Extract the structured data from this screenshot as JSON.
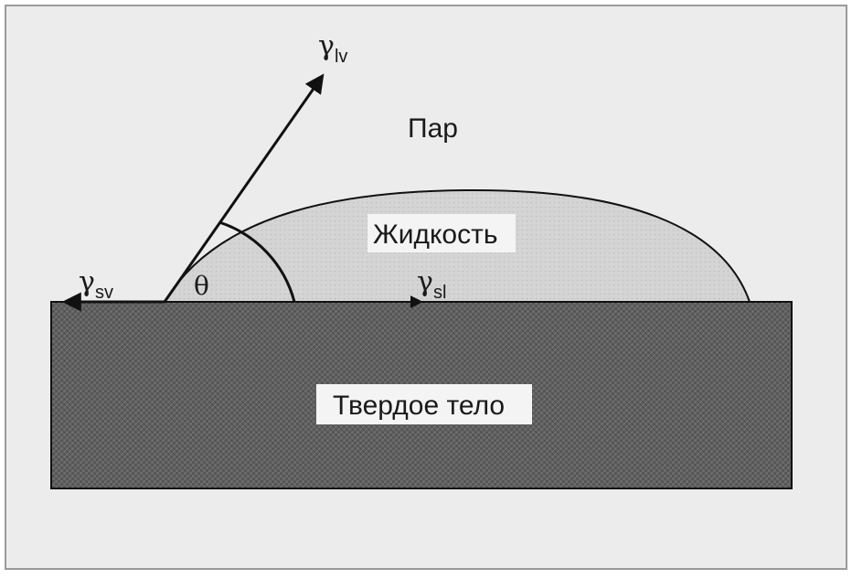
{
  "labels": {
    "vapor": "Пар",
    "liquid": "Жидкость",
    "solid": "Твердое тело",
    "theta": "θ"
  },
  "tensions": {
    "lv": {
      "symbol": "γ",
      "subscript": "lv"
    },
    "sv": {
      "symbol": "γ",
      "subscript": "sv"
    },
    "sl": {
      "symbol": "γ",
      "subscript": "sl"
    }
  },
  "colors": {
    "panel": "#ececec",
    "solid": "#5e5e5e",
    "liquid": "#d2d2d2",
    "line": "#111111",
    "label_bg": "#f4f4f4"
  }
}
